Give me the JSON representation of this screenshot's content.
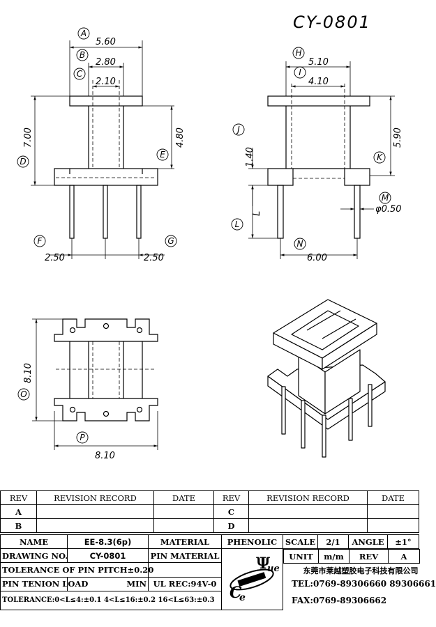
{
  "drawing": {
    "part_no": "CY-0801",
    "front": {
      "A": "5.60",
      "B": "2.80",
      "C": "2.10",
      "D": "7.00",
      "E": "4.80",
      "F": "2.50",
      "G": "2.50"
    },
    "side": {
      "H": "5.10",
      "I": "4.10",
      "J": "1.40",
      "K": "5.90",
      "L": "L",
      "M": "φ0.50",
      "N": "6.00"
    },
    "top": {
      "O": "8.10",
      "P": "8.10"
    },
    "callouts": [
      "A",
      "B",
      "C",
      "D",
      "E",
      "F",
      "G",
      "H",
      "I",
      "J",
      "K",
      "L",
      "M",
      "N",
      "O",
      "P"
    ]
  },
  "revision": {
    "headers": [
      "REV",
      "REVISION RECORD",
      "DATE",
      "REV",
      "REVISION RECORD",
      "DATE"
    ],
    "rows": [
      {
        "rev_left": "A",
        "rev_right": "C"
      },
      {
        "rev_left": "B",
        "rev_right": "D"
      }
    ]
  },
  "title_block": {
    "name_label": "NAME",
    "name_value": "EE-8.3(6p)",
    "material_label": "MATERIAL",
    "material_value": "PHENOLIC",
    "scale_label": "SCALE",
    "scale_value": "2/1",
    "angle_label": "ANGLE",
    "angle_value": "±1°",
    "drawing_no_label": "DRAWING NO.",
    "drawing_no_value": "CY-0801",
    "pin_material_label": "PIN MATERIAL",
    "unit_label": "UNIT",
    "unit_value": "m/m",
    "rev_label": "REV",
    "rev_value": "A",
    "pitch_tolerance": "TOLERANCE OF PIN PITCH±0.20",
    "tension_label": "PIN TENION LOAD",
    "tension_min": "MIN",
    "ul_rec": "UL REC:94V-0",
    "tolerance": "TOLERANCE:0<L≤4:±0.1  4<L≤16:±0.2  16<L≤63:±0.3",
    "company": "东莞市莱越塑胶电子科技有限公司",
    "tel": "TEL:0769-89306660 89306661",
    "fax": "FAX:0769-89306662",
    "logo_letters": "Ce Ψue"
  }
}
